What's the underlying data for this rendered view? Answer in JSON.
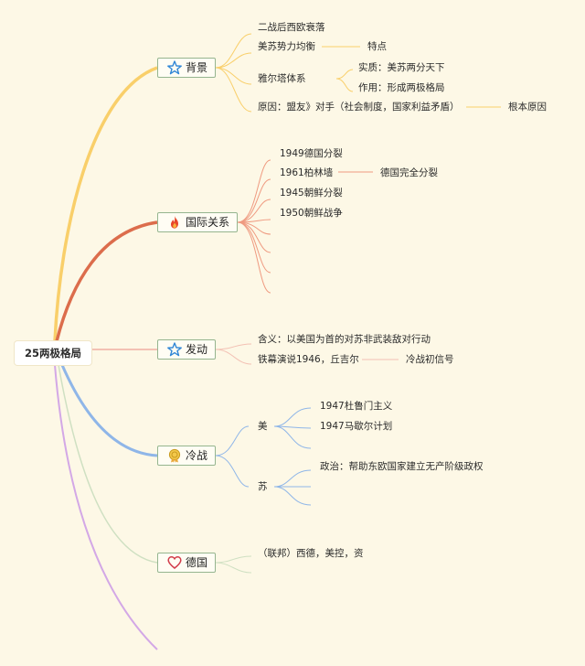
{
  "root": {
    "label": "25两极格局"
  },
  "branches": {
    "background": {
      "label": "背景",
      "icon": "star-icon",
      "items": {
        "a": "二战后西欧衰落",
        "b": "美苏势力均衡",
        "b_note": "特点",
        "c": "雅尔塔体系",
        "c1": "实质：美苏两分天下",
        "c2": "作用：形成两极格局",
        "d": "原因：盟友》对手（社会制度，国家利益矛盾）",
        "d_note": "根本原因"
      }
    },
    "relations": {
      "label": "国际关系",
      "icon": "fire-icon",
      "items": {
        "a": "1949德国分裂",
        "b": "1961柏林墙",
        "b_note": "德国完全分裂",
        "c": "1945朝鲜分裂",
        "d": "1950朝鲜战争"
      }
    },
    "launch": {
      "label": "发动",
      "icon": "star-icon",
      "items": {
        "a": "含义：以美国为首的对苏非武装敌对行动",
        "b": "铁幕演说1946，丘吉尔",
        "b_note": "冷战初信号"
      }
    },
    "coldwar": {
      "label": "冷战",
      "icon": "medal-icon",
      "us": {
        "label": "美",
        "a": "1947杜鲁门主义",
        "b": "1947马歇尔计划"
      },
      "su": {
        "label": "苏",
        "a": "政治：帮助东欧国家建立无产阶级政权"
      }
    },
    "germany": {
      "label": "德国",
      "icon": "heart-icon",
      "items": {
        "a": "（联邦）西德，美控，资"
      }
    }
  },
  "colors": {
    "background": "#fdf8e6",
    "yellow": "#f9cf6a",
    "red": "#dc6d4c",
    "pink": "#f3c1b4",
    "blue": "#8fb6e8",
    "green": "#cfe0c2",
    "purple": "#d3a8e6",
    "node_border": "#95b58f"
  }
}
